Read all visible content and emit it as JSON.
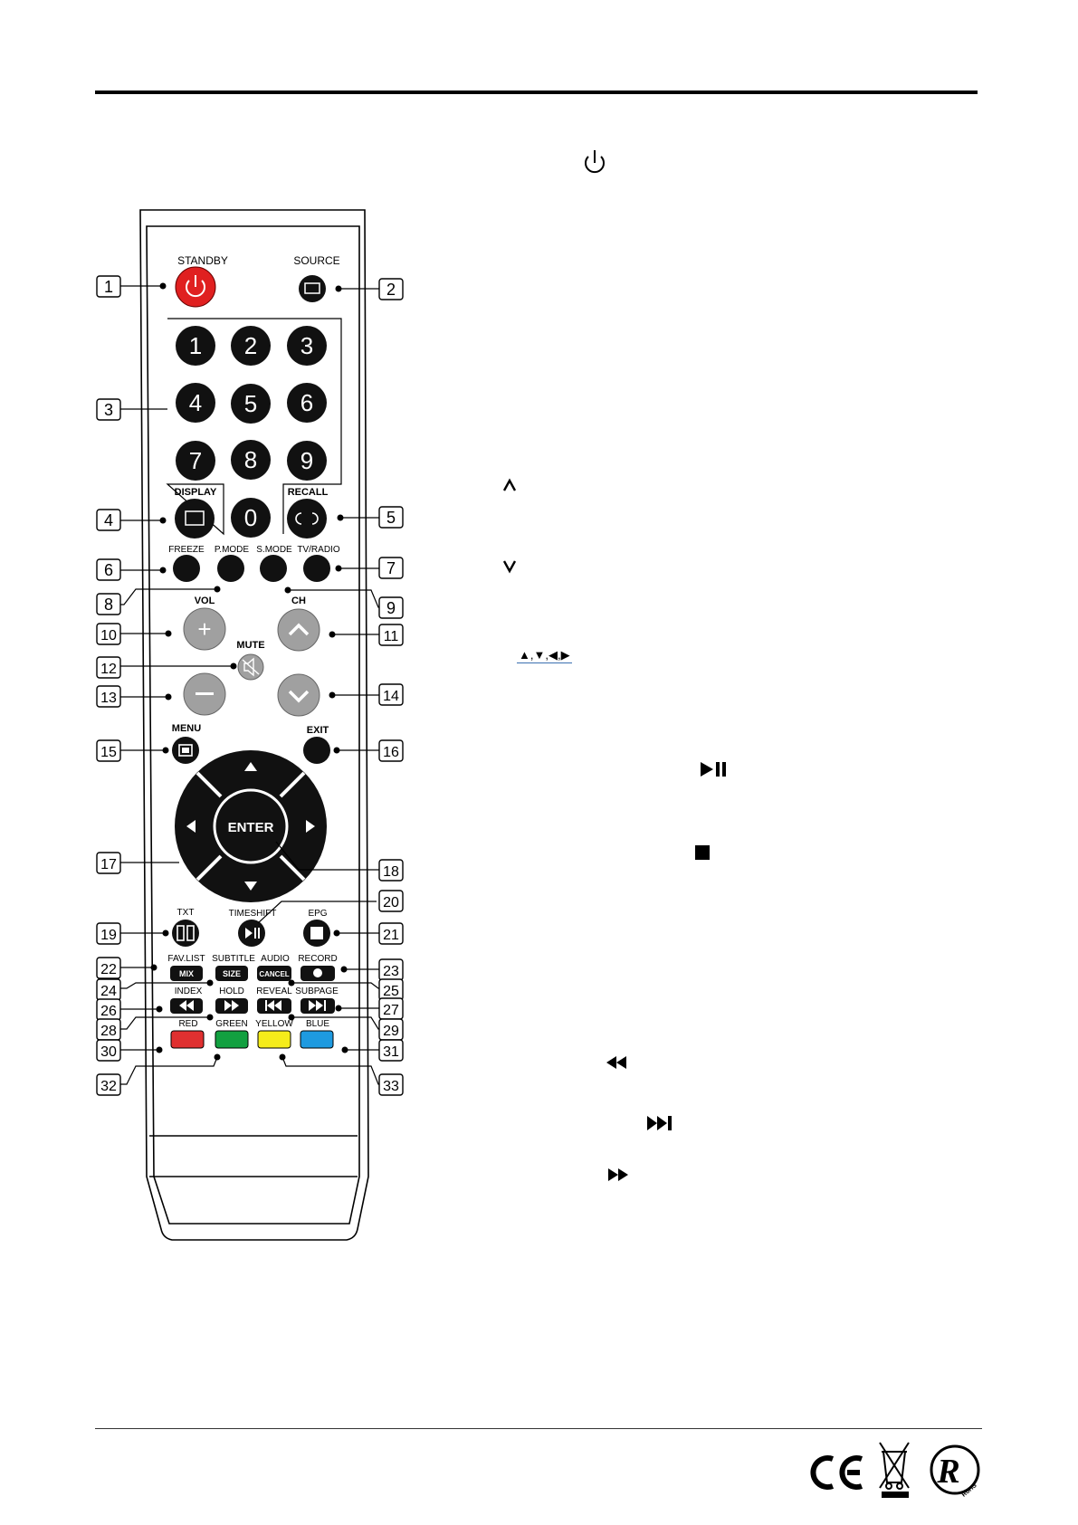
{
  "remote": {
    "labels": {
      "standby": "STANDBY",
      "source": "SOURCE",
      "display": "DISPLAY",
      "recall": "RECALL",
      "freeze": "FREEZE",
      "pmode": "P.MODE",
      "smode": "S.MODE",
      "tvradio": "TV/RADIO",
      "vol": "VOL",
      "ch": "CH",
      "mute": "MUTE",
      "menu": "MENU",
      "exit": "EXIT",
      "enter": "ENTER",
      "txt": "TXT",
      "timeshift": "TIMESHIFT",
      "epg": "EPG",
      "favlist": "FAV.LIST",
      "subtitle": "SUBTITLE",
      "audio": "AUDIO",
      "record": "RECORD",
      "mix": "MIX",
      "size": "SIZE",
      "cancel": "CANCEL",
      "index": "INDEX",
      "hold": "HOLD",
      "reveal": "REVEAL",
      "subpage": "SUBPAGE",
      "red": "RED",
      "green": "GREEN",
      "yellow": "YELLOW",
      "blue": "BLUE"
    },
    "digits": [
      "1",
      "2",
      "3",
      "4",
      "5",
      "6",
      "7",
      "8",
      "9",
      "0"
    ],
    "callouts": [
      "1",
      "2",
      "3",
      "4",
      "5",
      "6",
      "7",
      "8",
      "9",
      "10",
      "11",
      "12",
      "13",
      "14",
      "15",
      "16",
      "17",
      "18",
      "19",
      "20",
      "21",
      "22",
      "23",
      "24",
      "25",
      "26",
      "27",
      "28",
      "29",
      "30",
      "31",
      "32",
      "33"
    ],
    "colors": {
      "standby": "#e02020",
      "red": "#e03030",
      "green": "#12a040",
      "yellow": "#f5ec1a",
      "blue": "#1e9ae0",
      "gray": "#a0a0a0",
      "black": "#111111"
    }
  },
  "side_text": {
    "arrows": "▲,▼,◀,▶"
  },
  "icons": [
    "power-icon",
    "ch-up-icon",
    "ch-down-icon",
    "play-pause-icon",
    "stop-icon",
    "rewind-icon",
    "next-icon",
    "fast-forward-icon",
    "ce-mark-icon",
    "weee-bin-icon",
    "rohs-icon"
  ]
}
